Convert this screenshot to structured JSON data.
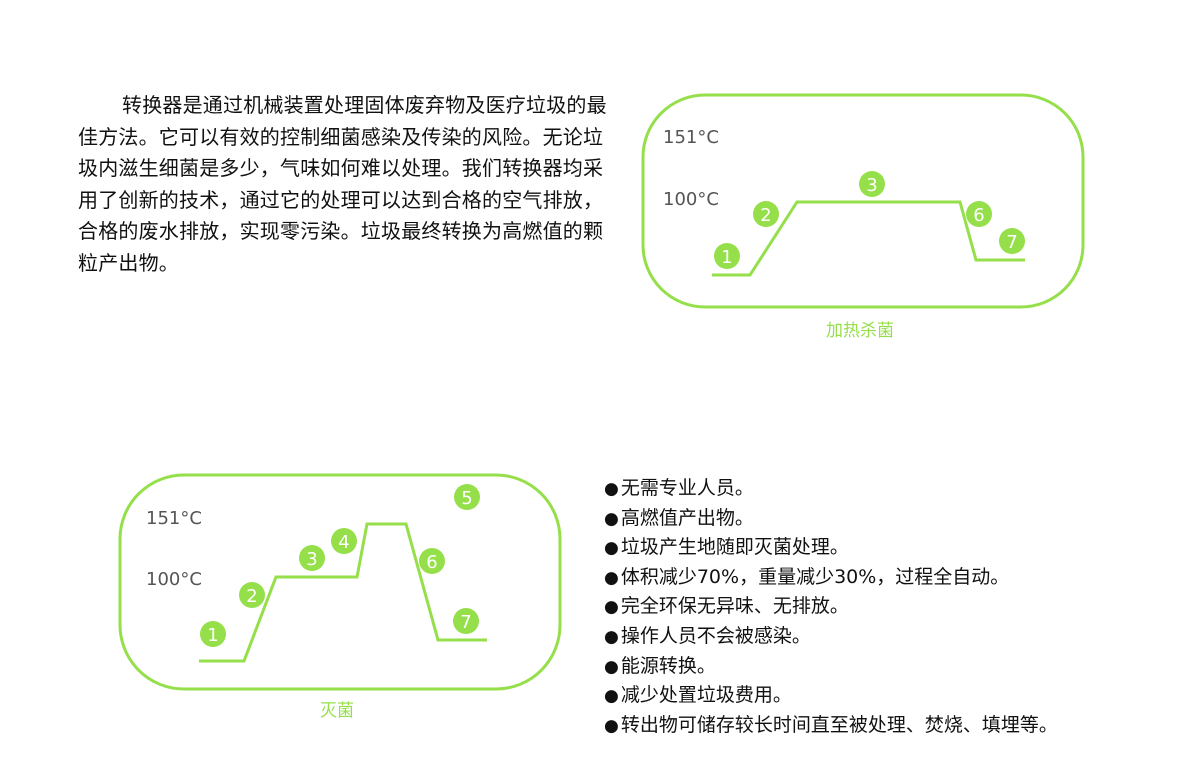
{
  "intro_paragraph": "转换器是通过机械装置处理固体废弃物及医疗垃圾的最佳方法。它可以有效的控制细菌感染及传染的风险。无论垃圾内滋生细菌是多少，气味如何难以处理。我们转换器均采用了创新的技术，通过它的处理可以达到合格的空气排放，合格的废水排放，实现零污染。垃圾最终转换为高燃值的颗粒产出物。",
  "colors": {
    "accent": "#95df4a",
    "axis_label": "#555555",
    "step_number": "#ffffff"
  },
  "diagrams": [
    {
      "caption": "加热杀菌",
      "temp_labels": [
        "151°C",
        "100°C"
      ],
      "steps": [
        "1",
        "2",
        "3",
        "6",
        "7"
      ]
    },
    {
      "caption": "灭菌",
      "temp_labels": [
        "151°C",
        "100°C"
      ],
      "steps": [
        "1",
        "2",
        "3",
        "4",
        "5",
        "6",
        "7"
      ]
    }
  ],
  "features": [
    "无需专业人员。",
    "高燃值产出物。",
    "垃圾产生地随即灭菌处理。",
    "体积减少70%，重量减少30%，过程全自动。",
    "完全环保无异味、无排放。",
    "操作人员不会被感染。",
    "能源转换。",
    "减少处置垃圾费用。",
    "转出物可储存较长时间直至被处理、焚烧、填埋等。"
  ],
  "bullet_glyph": "●"
}
